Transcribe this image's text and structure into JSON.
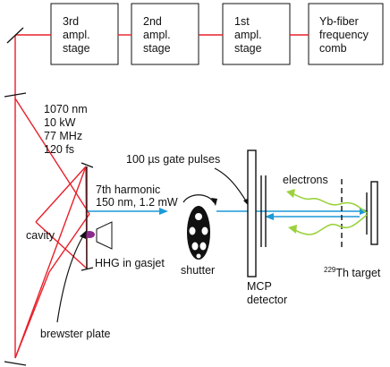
{
  "stages": [
    {
      "label": "3rd\nampl.\nstage"
    },
    {
      "label": "2nd\nampl.\nstage"
    },
    {
      "label": "1st\nampl.\nstage"
    },
    {
      "label": "Yb-fiber\nfrequency\ncomb"
    }
  ],
  "laser": {
    "wavelength": "1070 nm",
    "power": "10 kW",
    "rep_rate": "77 MHz",
    "pulse": "120 fs"
  },
  "cavity_label": "cavity",
  "harmonic": {
    "order": "7th harmonic",
    "spec": "150 nm, 1.2 mW"
  },
  "hhg_label": "HHG in gasjet",
  "brewster_label": "brewster plate",
  "shutter_label": "shutter",
  "gate_label": "100 µs gate pulses",
  "mcp_label": "MCP\ndetector",
  "electrons_label": "electrons",
  "target": {
    "isotope": "229",
    "name": "Th target"
  },
  "colors": {
    "laser": "#e8202a",
    "vuv": "#1b9ad6",
    "electrons": "#9bd23c",
    "gas": "#8a2a8a",
    "ink": "#111111"
  }
}
